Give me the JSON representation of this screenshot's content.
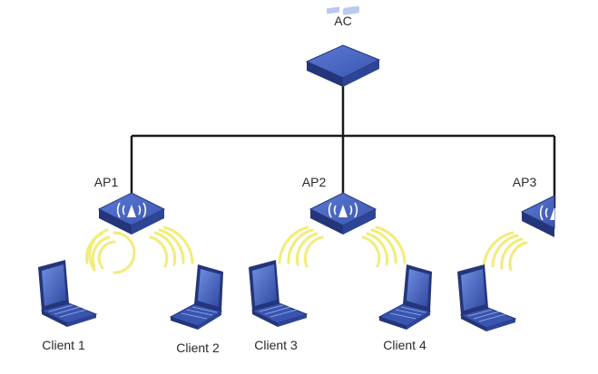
{
  "diagram": {
    "controller": {
      "label": "AC",
      "icon": "access-controller-icon"
    },
    "access_points": [
      {
        "label": "AP1",
        "icon": "wireless-ap-icon"
      },
      {
        "label": "AP2",
        "icon": "wireless-ap-icon"
      },
      {
        "label": "AP3",
        "icon": "wireless-ap-icon"
      }
    ],
    "clients": [
      {
        "label": "Client 1",
        "icon": "laptop-icon"
      },
      {
        "label": "Client 2",
        "icon": "laptop-icon"
      },
      {
        "label": "Client 3",
        "icon": "laptop-icon"
      },
      {
        "label": "Client 4",
        "icon": "laptop-icon"
      },
      {
        "label": "",
        "icon": "laptop-icon"
      }
    ],
    "colors": {
      "device_blue": "#3a55b0",
      "device_dark": "#24357a",
      "line": "#1a1a1a",
      "signal": "#f2ec7a"
    }
  }
}
